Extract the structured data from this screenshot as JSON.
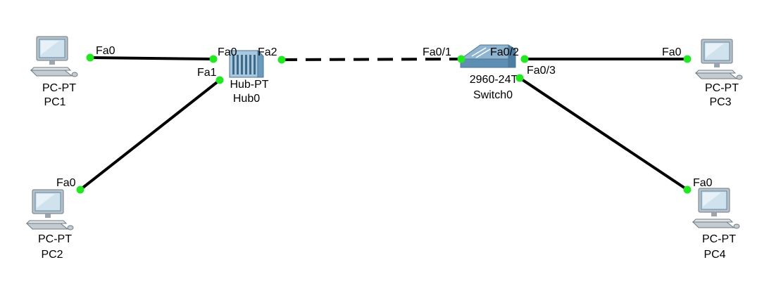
{
  "colors": {
    "background": "#ffffff",
    "link": "#000000",
    "port_up": "#22e822",
    "pc_body": "#b9c2c9",
    "pc_screen": "#cfe2ee",
    "device_blue": "#6a9bbd"
  },
  "devices": {
    "pc1": {
      "model": "PC-PT",
      "name": "PC1",
      "icon": "pc-icon"
    },
    "pc2": {
      "model": "PC-PT",
      "name": "PC2",
      "icon": "pc-icon"
    },
    "pc3": {
      "model": "PC-PT",
      "name": "PC3",
      "icon": "pc-icon"
    },
    "pc4": {
      "model": "PC-PT",
      "name": "PC4",
      "icon": "pc-icon"
    },
    "hub0": {
      "model": "Hub-PT",
      "name": "Hub0",
      "icon": "hub-icon"
    },
    "switch0": {
      "model": "2960-24T",
      "name": "Switch0",
      "icon": "switch-icon"
    }
  },
  "links": [
    {
      "from": "PC1",
      "from_port": "Fa0",
      "to": "Hub0",
      "to_port": "Fa0",
      "style": "solid"
    },
    {
      "from": "PC2",
      "from_port": "Fa0",
      "to": "Hub0",
      "to_port": "Fa1",
      "style": "solid"
    },
    {
      "from": "Hub0",
      "from_port": "Fa2",
      "to": "Switch0",
      "to_port": "Fa0/1",
      "style": "dashed"
    },
    {
      "from": "Switch0",
      "from_port": "Fa0/2",
      "to": "PC3",
      "to_port": "Fa0",
      "style": "solid"
    },
    {
      "from": "Switch0",
      "from_port": "Fa0/3",
      "to": "PC4",
      "to_port": "Fa0",
      "style": "solid"
    }
  ],
  "port_labels": {
    "pc1_fa0": "Fa0",
    "pc2_fa0": "Fa0",
    "pc3_fa0": "Fa0",
    "pc4_fa0": "Fa0",
    "hub_fa0": "Fa0",
    "hub_fa1": "Fa1",
    "hub_fa2": "Fa2",
    "sw_fa01": "Fa0/1",
    "sw_fa02": "Fa0/2",
    "sw_fa03": "Fa0/3"
  }
}
